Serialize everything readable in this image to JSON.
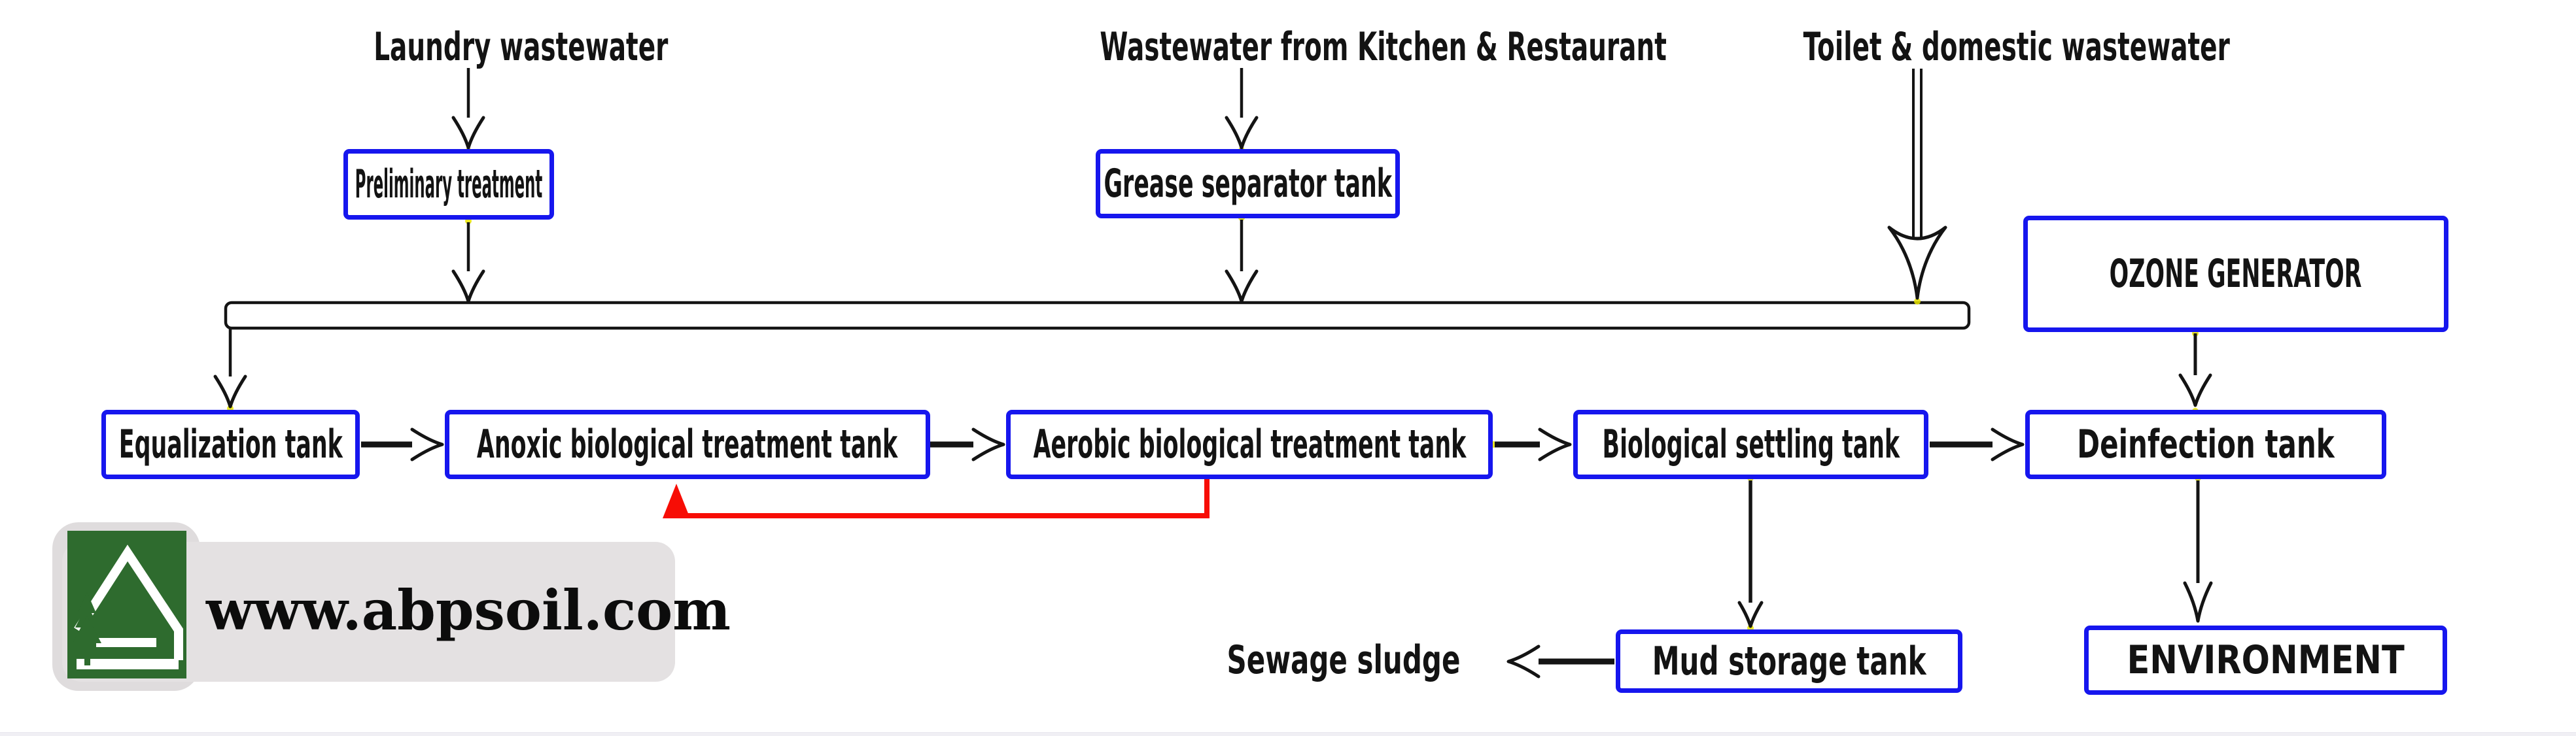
{
  "nodes": {
    "laundry": "Laundry wastewater",
    "kitchen": "Wastewater from Kitchen & Restaurant",
    "toilet": "Toilet & domestic wastewater",
    "preliminary": "Preliminary treatment",
    "grease": "Grease separator tank",
    "ozone": "OZONE GENERATOR",
    "equalization": "Equalization tank",
    "anoxic": "Anoxic biological treatment tank",
    "aerobic": "Aerobic biological treatment tank",
    "settling": "Biological settling tank",
    "deinfection": "Deinfection tank",
    "mud": "Mud storage tank",
    "environment": "ENVIRONMENT",
    "sludge": "Sewage sludge"
  },
  "branding": {
    "website": "www.abpsoil.com"
  },
  "colors": {
    "box-border": "#1616ee",
    "recycle-red": "#f70d05",
    "logo-green": "#2e6b2e",
    "banner-gray": "#e4e1e2",
    "banner-gray-dark": "#dfdcdd",
    "dot-yellow": "#e8e400",
    "line-black": "#141414"
  },
  "edges": [
    {
      "from": "laundry",
      "to": "preliminary"
    },
    {
      "from": "preliminary",
      "to": "collector-bar"
    },
    {
      "from": "kitchen",
      "to": "grease"
    },
    {
      "from": "grease",
      "to": "collector-bar"
    },
    {
      "from": "toilet",
      "to": "collector-bar"
    },
    {
      "from": "collector-bar",
      "to": "equalization"
    },
    {
      "from": "equalization",
      "to": "anoxic"
    },
    {
      "from": "anoxic",
      "to": "aerobic"
    },
    {
      "from": "aerobic",
      "to": "anoxic",
      "type": "recycle"
    },
    {
      "from": "aerobic",
      "to": "settling"
    },
    {
      "from": "settling",
      "to": "deinfection"
    },
    {
      "from": "ozone",
      "to": "deinfection"
    },
    {
      "from": "settling",
      "to": "mud"
    },
    {
      "from": "mud",
      "to": "sludge"
    },
    {
      "from": "deinfection",
      "to": "environment"
    }
  ]
}
